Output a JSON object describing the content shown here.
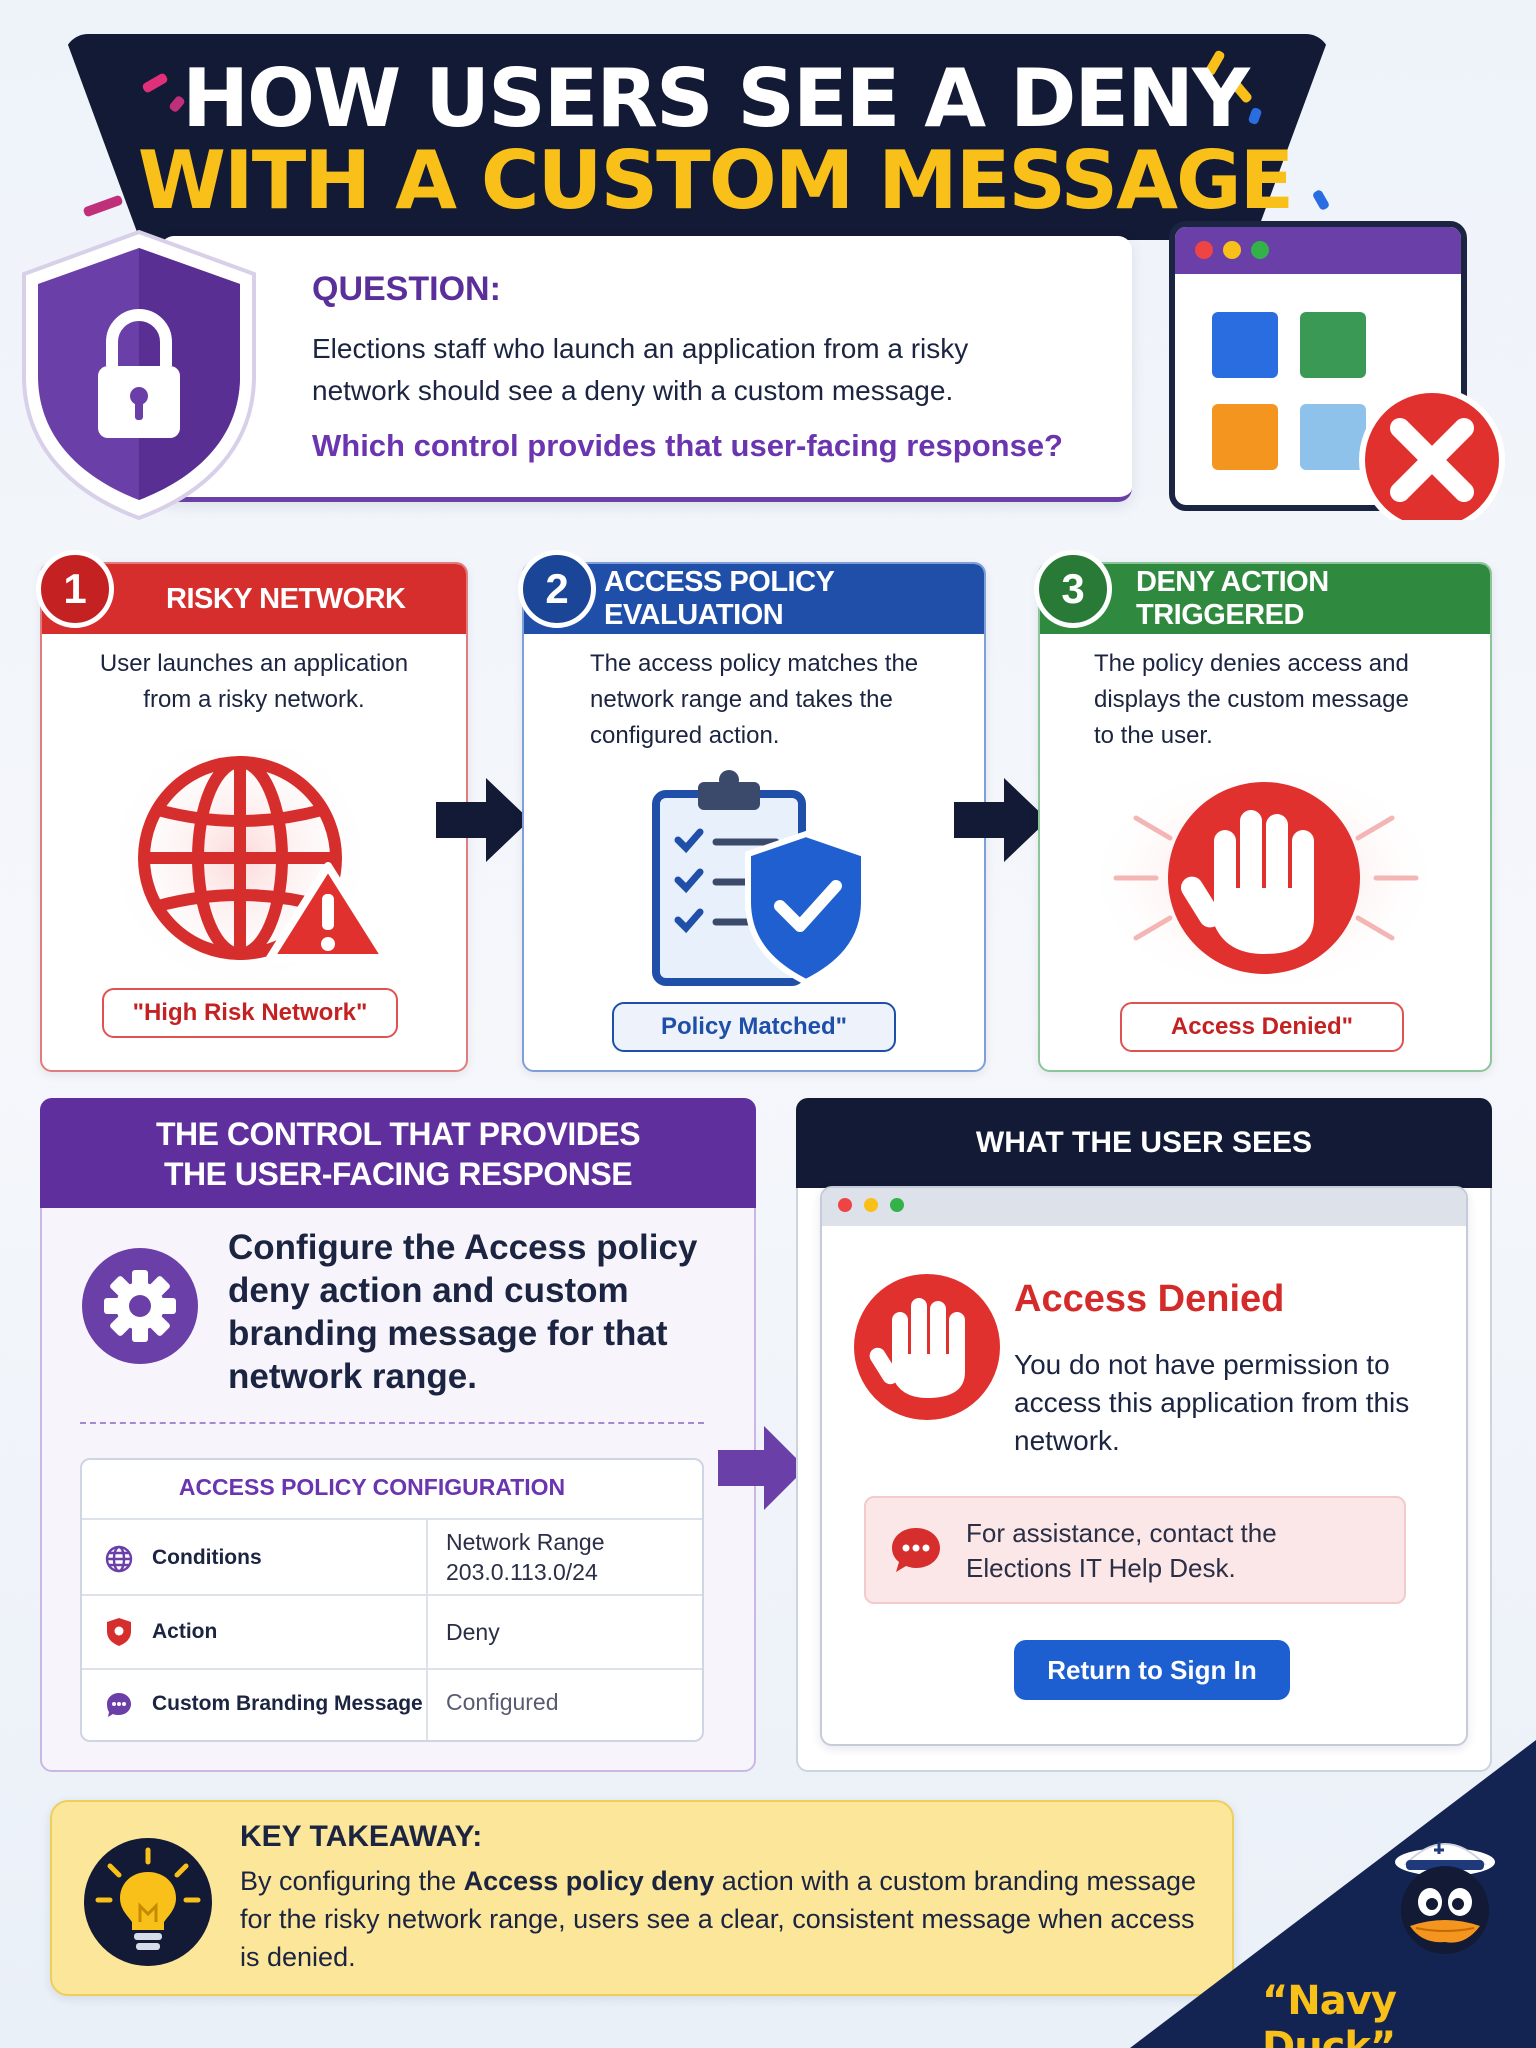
{
  "header": {
    "title_line1": "HOW USERS SEE A DENY",
    "title_line2": "WITH A CUSTOM MESSAGE"
  },
  "question": {
    "label": "QUESTION:",
    "body": "Elections staff who launch an application from a risky network should see a deny with a custom message.",
    "ask": "Which control provides that user-facing response?"
  },
  "steps": [
    {
      "number": "1",
      "title": "RISKY NETWORK",
      "description": "User launches an application from a risky network.",
      "badge": "\"High Risk Network\"",
      "color": "#d62d2d"
    },
    {
      "number": "2",
      "title": "ACCESS POLICY EVALUATION",
      "description": "The access policy matches the network range and takes the configured action.",
      "badge": "Policy Matched\"",
      "color": "#1f4fa8"
    },
    {
      "number": "3",
      "title": "DENY ACTION TRIGGERED",
      "description": "The policy denies access and displays the custom message to the user.",
      "badge": "Access Denied\"",
      "color": "#2f8a3f"
    }
  ],
  "control": {
    "heading_line1": "THE CONTROL THAT PROVIDES",
    "heading_line2": "THE USER-FACING RESPONSE",
    "text": "Configure the Access policy deny action and custom branding message for that network range.",
    "table": {
      "title": "ACCESS POLICY CONFIGURATION",
      "rows": [
        {
          "icon": "globe-icon",
          "key": "Conditions",
          "value_line1": "Network Range",
          "value_line2": "203.0.113.0/24"
        },
        {
          "icon": "shield-icon",
          "key": "Action",
          "value_line1": "Deny",
          "value_line2": ""
        },
        {
          "icon": "chat-icon",
          "key": "Custom Branding Message",
          "value_line1": "Configured",
          "value_line2": ""
        }
      ]
    }
  },
  "user_sees": {
    "heading": "WHAT THE USER SEES",
    "denied_title": "Access Denied",
    "denied_message": "You do not have permission to access this application from this network.",
    "assist": "For assistance, contact the Elections IT Help Desk.",
    "button": "Return to Sign In"
  },
  "takeaway": {
    "title": "KEY TAKEAWAY:",
    "body_pre": "By configuring the ",
    "body_bold": "Access policy deny",
    "body_post": " action with a custom branding message for the risky network range, users see a clear, consistent message when access is denied."
  },
  "mascot": {
    "name": "“Navy Duck”"
  },
  "colors": {
    "navy": "#121a35",
    "gold": "#f9c019",
    "purple": "#5f2f9e",
    "red": "#d62d2d",
    "blue": "#1f4fa8",
    "green": "#2f8a3f"
  }
}
